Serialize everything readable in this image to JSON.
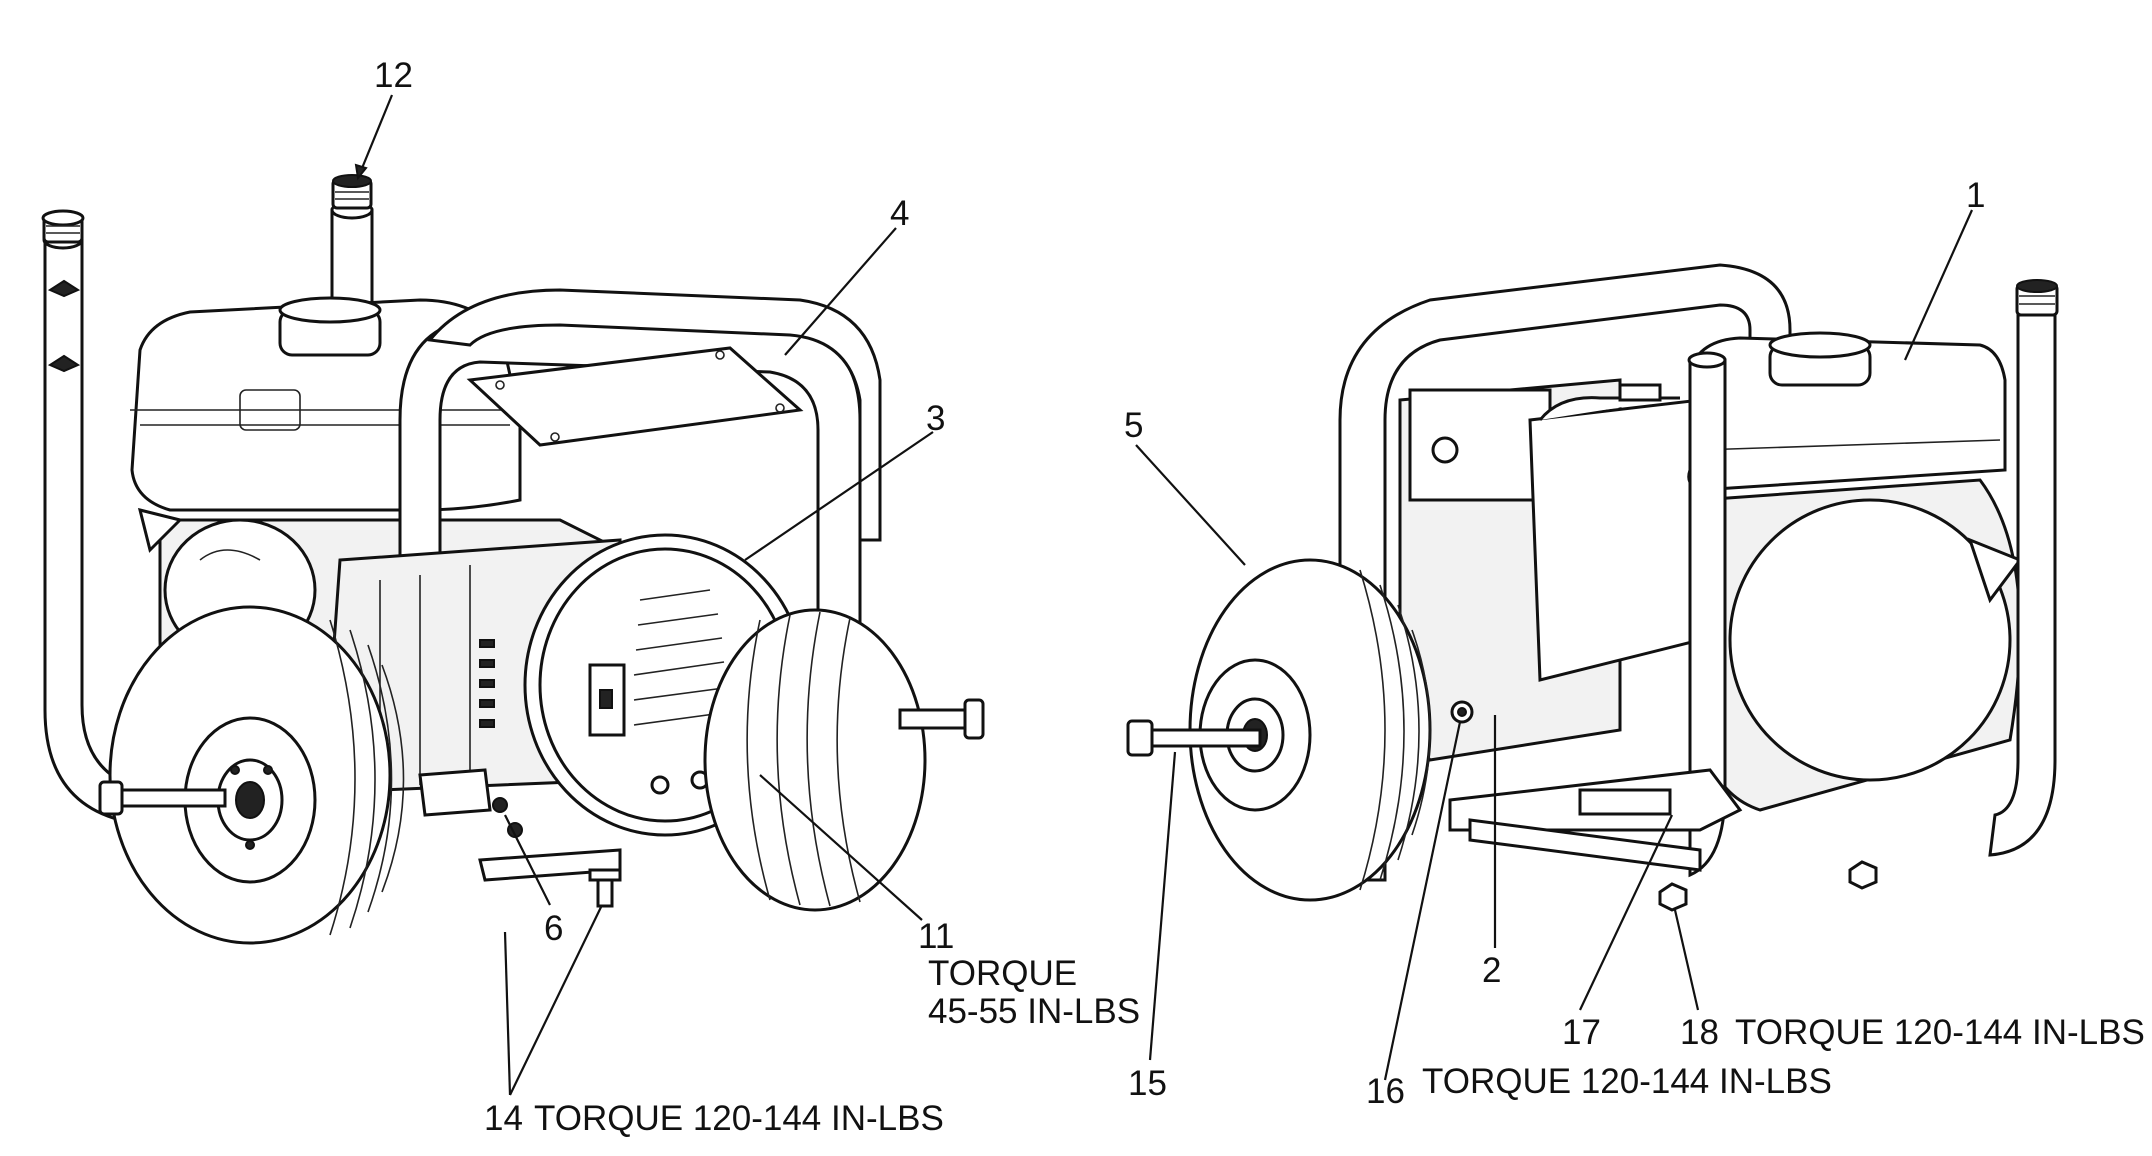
{
  "labels": {
    "p1": "1",
    "p2": "2",
    "p3": "3",
    "p4": "4",
    "p5": "5",
    "p6": "6",
    "p11": "11",
    "p12": "12",
    "p14": "14",
    "p15": "15",
    "p16": "16",
    "p17": "17",
    "p18": "18"
  },
  "torque": {
    "t11_line1": "TORQUE",
    "t11_line2": "45-55 IN-LBS",
    "t14": "TORQUE 120-144 IN-LBS",
    "t16": "TORQUE 120-144 IN-LBS",
    "t18": "TORQUE 120-144 IN-LBS"
  }
}
